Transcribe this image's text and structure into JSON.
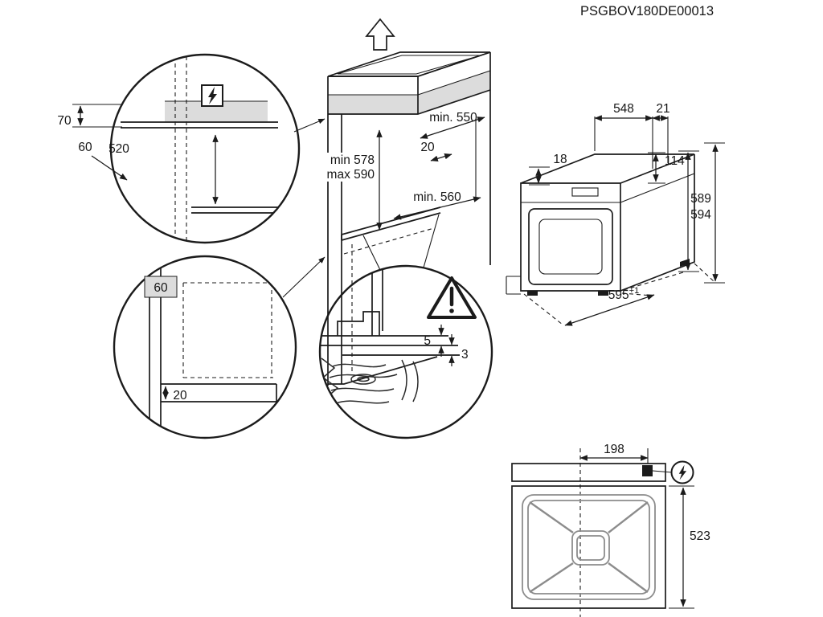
{
  "doc_code": "PSGBOV180DE00013",
  "detail_top": {
    "dim70": "70",
    "dim60": "60",
    "dim520": "520"
  },
  "detail_bottom": {
    "dim60": "60",
    "dim20": "20"
  },
  "cabinet": {
    "min550": "min. 550",
    "dim20": "20",
    "min578": "min 578",
    "max590": "max 590",
    "min560": "min. 560"
  },
  "gap_detail": {
    "dim5": "5",
    "dim3": "3"
  },
  "oven": {
    "dim548": "548",
    "dim21": "21",
    "dim18": "18",
    "dim114": "114",
    "dim589": "589",
    "dim594": "594",
    "dim595": "595",
    "tol": "+1"
  },
  "top_view": {
    "dim198": "198",
    "dim523": "523"
  },
  "icons": {
    "vent_symbol": "up-arrow",
    "electric_symbol": "lightning-bolt",
    "warning_symbol": "exclamation-triangle"
  },
  "colors": {
    "line": "#1b1b1b",
    "shade": "#dcdcdc",
    "frame_gray": "#8c8c8c",
    "background": "#ffffff"
  }
}
